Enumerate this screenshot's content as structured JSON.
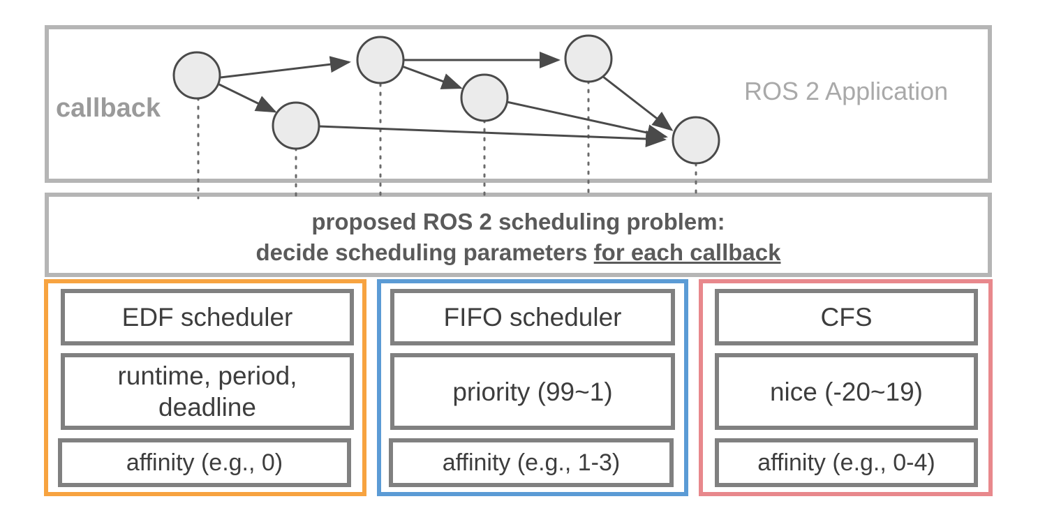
{
  "app": {
    "callback_label": "callback",
    "title": "ROS 2 Application"
  },
  "problem": {
    "line1": "proposed ROS 2 scheduling problem:",
    "line2_prefix": "decide scheduling parameters ",
    "line2_emphasis": "for each callback"
  },
  "schedulers": {
    "edf": {
      "name": "EDF scheduler",
      "params_line1": "runtime, period,",
      "params_line2": "deadline",
      "affinity": "affinity (e.g., 0)",
      "color": "#f7a340"
    },
    "fifo": {
      "name": "FIFO scheduler",
      "params": "priority (99~1)",
      "affinity": "affinity (e.g., 1-3)",
      "color": "#5b9bd5"
    },
    "cfs": {
      "name": "CFS",
      "params": "nice (-20~19)",
      "affinity": "affinity (e.g., 0-4)",
      "color": "#e8888c"
    }
  },
  "colors": {
    "frame_gray": "#b5b5b5",
    "cell_gray": "#808080",
    "node_fill": "#ebebeb",
    "node_stroke": "#4a4a4a"
  }
}
